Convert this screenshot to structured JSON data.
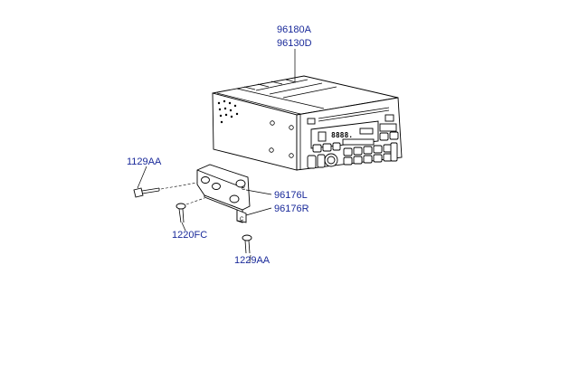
{
  "callouts": {
    "radio_part_1": "96180A",
    "radio_part_2": "96130D",
    "bracket_left": "96176L",
    "bracket_right": "96176R",
    "bolt_left": "1129AA",
    "screw_middle": "1220FC",
    "screw_lower": "1229AA"
  },
  "display": {
    "readout": "8888."
  },
  "colors": {
    "label": "#1a2a9a",
    "line": "#000000",
    "background": "#ffffff"
  }
}
